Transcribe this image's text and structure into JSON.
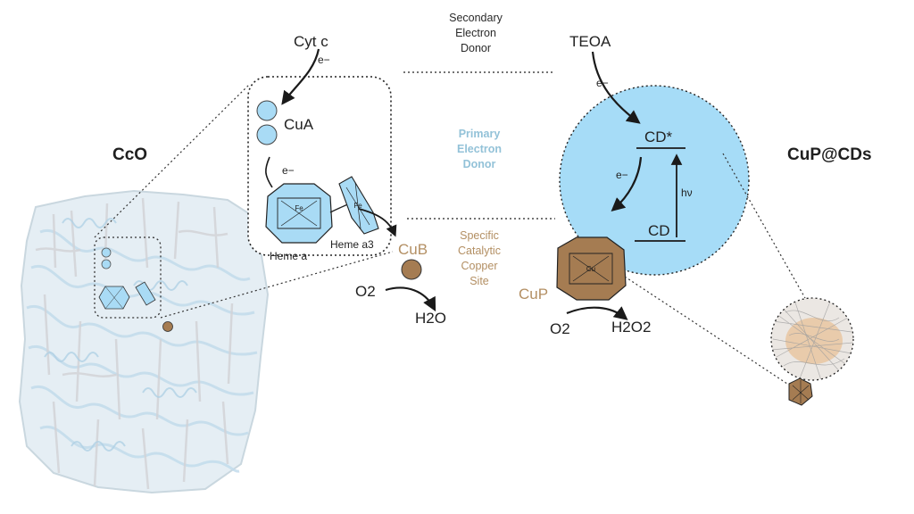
{
  "labels": {
    "cco": "CcO",
    "cup_cds": "CuP@CDs",
    "cyt_c": "Cyt c",
    "e_minus": "e−",
    "cu_a": "CuA",
    "heme_a": "Heme a",
    "heme_a3": "Heme a3",
    "fe": "Fe",
    "cu_b": "CuB",
    "o2": "O2",
    "h2o": "H2O",
    "teoa": "TEOA",
    "cd_star": "CD*",
    "cd": "CD",
    "h_nu": "hν",
    "cup": "CuP",
    "cu": "Cu",
    "h2o2": "H2O2"
  },
  "middle": {
    "secondary": [
      "Secondary",
      "Electron",
      "Donor"
    ],
    "primary": [
      "Primary",
      "Electron",
      "Donor"
    ],
    "specific": [
      "Specific",
      "Catalytic",
      "Copper",
      "Site"
    ]
  },
  "colors": {
    "blue_fill": "#a9dbf5",
    "cd_circle": "#a6dcf7",
    "copper": "#a57c52",
    "primary_text": "#93c2d8",
    "specific_text": "#b38f63"
  }
}
